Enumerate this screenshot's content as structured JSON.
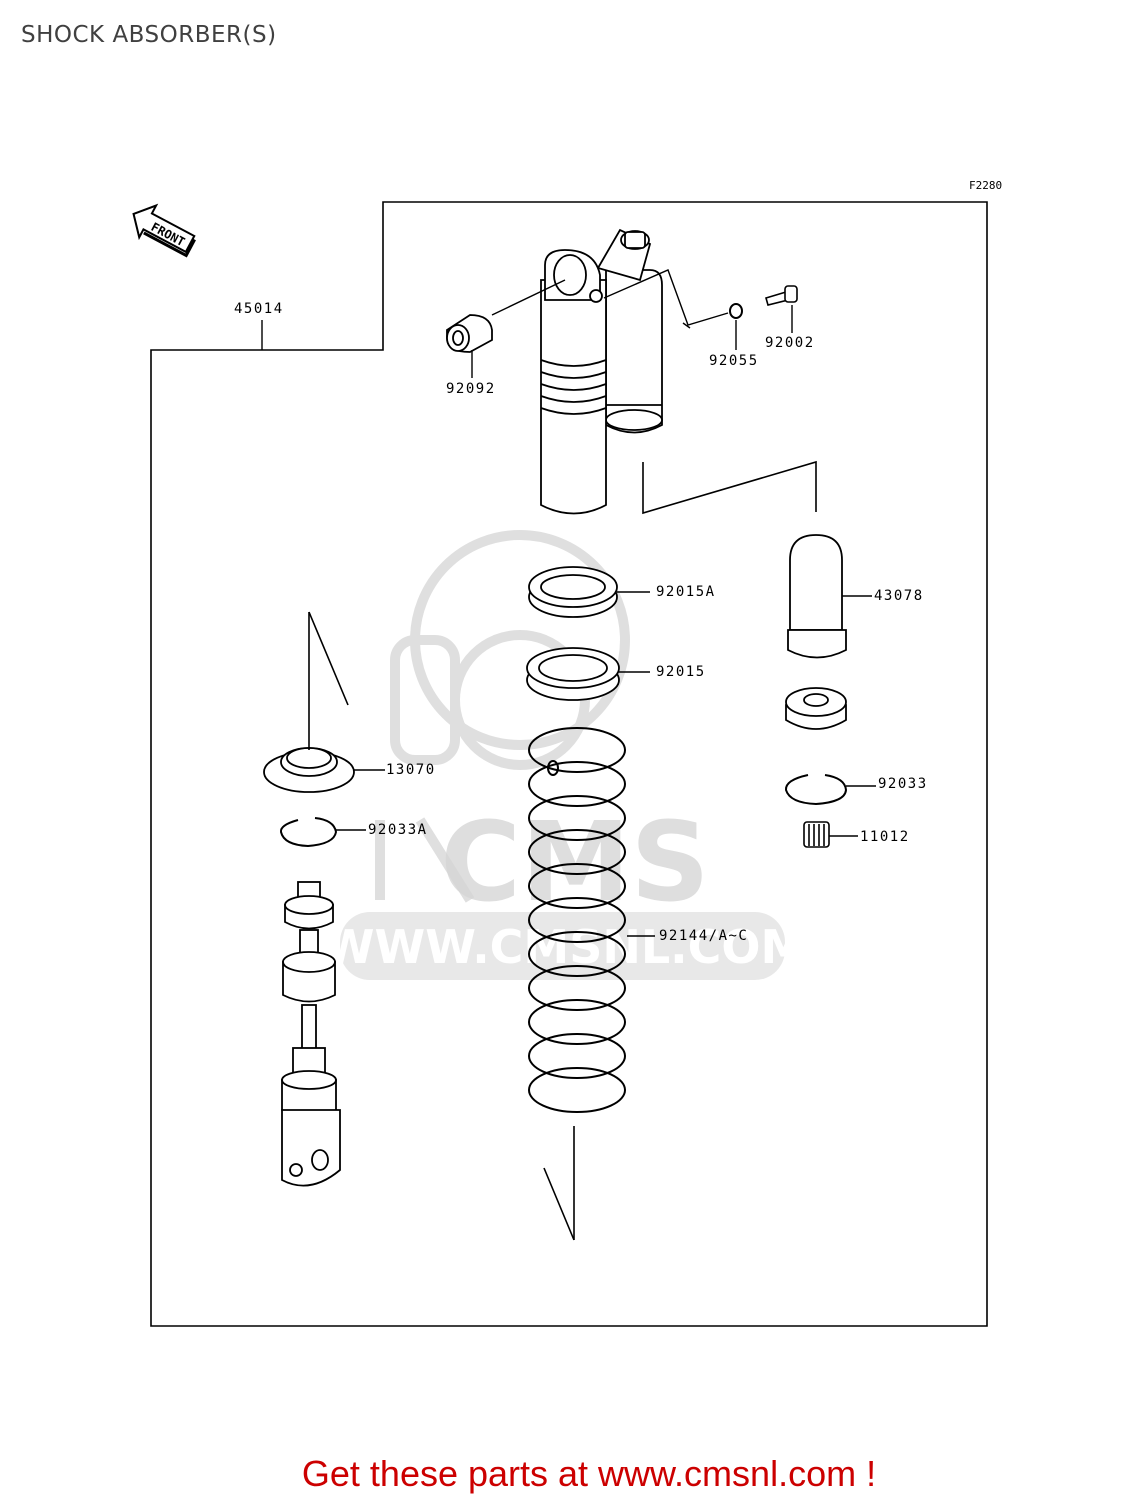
{
  "page": {
    "title": "SHOCK ABSORBER(S)",
    "figure_code": "F2280",
    "front_marker": "FRONT",
    "footer": "Get these parts at www.cmsnl.com !",
    "watermark": "WWW.CMSNL.COM"
  },
  "parts": {
    "assembly": "45014",
    "collar": "92092",
    "washer": "92055",
    "bolt": "92002",
    "nut_a": "92015A",
    "nut": "92015",
    "bladder": "43078",
    "spring_seat": "13070",
    "circlip_a": "92033A",
    "circlip": "92033",
    "bushing": "11012",
    "spring": "92144/A~C"
  },
  "colors": {
    "line": "#000000",
    "footer": "#cc0000",
    "watermark": "#d0d0d0"
  }
}
